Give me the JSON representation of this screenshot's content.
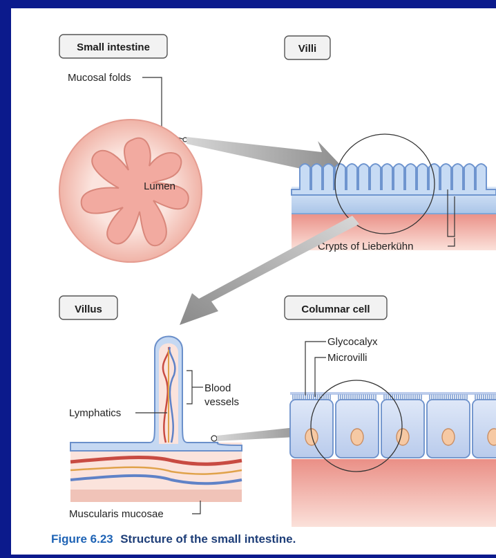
{
  "panels": {
    "small_intestine": "Small intestine",
    "villi": "Villi",
    "villus": "Villus",
    "columnar_cell": "Columnar cell"
  },
  "labels": {
    "mucosal_folds": "Mucosal folds",
    "lumen": "Lumen",
    "crypts": "Crypts of Lieberkühn",
    "blood_vessels_1": "Blood",
    "blood_vessels_2": "vessels",
    "lymphatics": "Lymphatics",
    "muscularis": "Muscularis mucosae",
    "glycocalyx": "Glycocalyx",
    "microvilli": "Microvilli"
  },
  "caption": {
    "number": "Figure 6.23",
    "text": "Structure of the small intestine."
  },
  "colors": {
    "background_border": "#0b1a8c",
    "tissue_pink": "#f4b6aa",
    "mucosa_blue": "#b9d1ee",
    "arrow_grey": "#9a9a9a",
    "caption_blue": "#1e63b5"
  }
}
